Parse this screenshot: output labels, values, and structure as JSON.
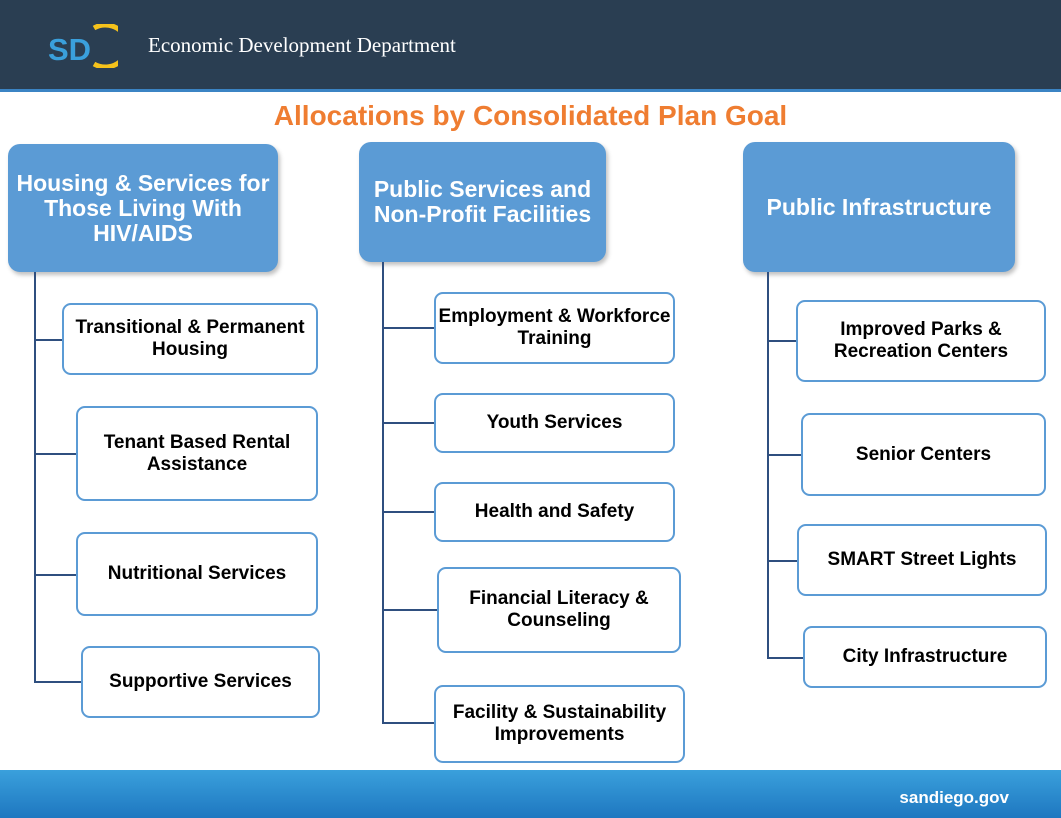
{
  "header": {
    "logo_text": "SD",
    "department": "Economic Development Department"
  },
  "title": "Allocations by Consolidated Plan Goal",
  "columns": [
    {
      "heading": "Housing & Services for Those Living With HIV/AIDS",
      "items": [
        "Transitional & Permanent Housing",
        "Tenant Based Rental Assistance",
        "Nutritional Services",
        "Supportive Services"
      ]
    },
    {
      "heading": "Public Services and Non-Profit Facilities",
      "items": [
        "Employment & Workforce Training",
        "Youth Services",
        "Health and Safety",
        "Financial Literacy & Counseling",
        "Facility & Sustainability Improvements"
      ]
    },
    {
      "heading": "Public Infrastructure",
      "items": [
        "Improved Parks & Recreation Centers",
        "Senior Centers",
        "SMART Street Lights",
        "City Infrastructure"
      ]
    }
  ],
  "footer": {
    "url": "sandiego.gov"
  },
  "colors": {
    "header_bg": "#2a3e52",
    "title": "#ef7d31",
    "box_fill": "#5b9bd5",
    "connector": "#2f4f7f",
    "footer": "#1e77c0"
  }
}
